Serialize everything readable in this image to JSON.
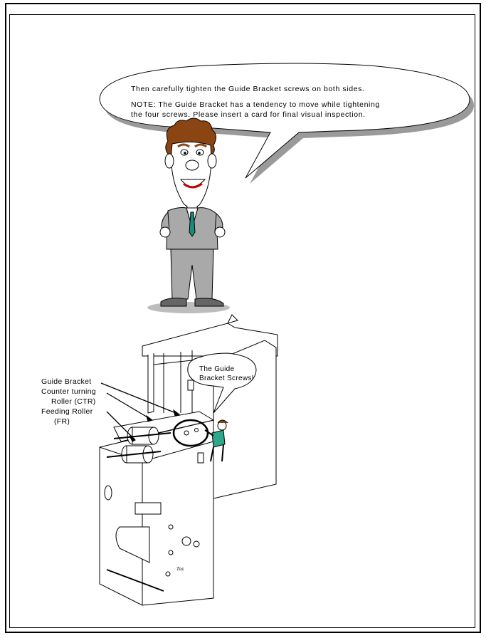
{
  "speech_bubble": {
    "line1": "Then carefully tighten the Guide Bracket screws on both sides.",
    "note_line1": "NOTE: The Guide Bracket has a tendency to move while tightening",
    "note_line2": "the four screws.  Please insert a card for final visual inspection."
  },
  "small_bubble": {
    "line1": "The Guide",
    "line2": "Bracket Screws!"
  },
  "labels": {
    "guide_bracket": "Guide Bracket",
    "ctr_line1": "Counter turning",
    "ctr_line2": "Roller (CTR)",
    "fr_line1": "Feeding Roller",
    "fr_line2": "(FR)"
  },
  "signature": "Tas",
  "colors": {
    "bubble_shadow": "#9a9a9a",
    "tie": "#1e8a7a",
    "suit": "#a9a9a9",
    "hair": "#8b4513",
    "technician_shirt": "#2ea88a"
  }
}
